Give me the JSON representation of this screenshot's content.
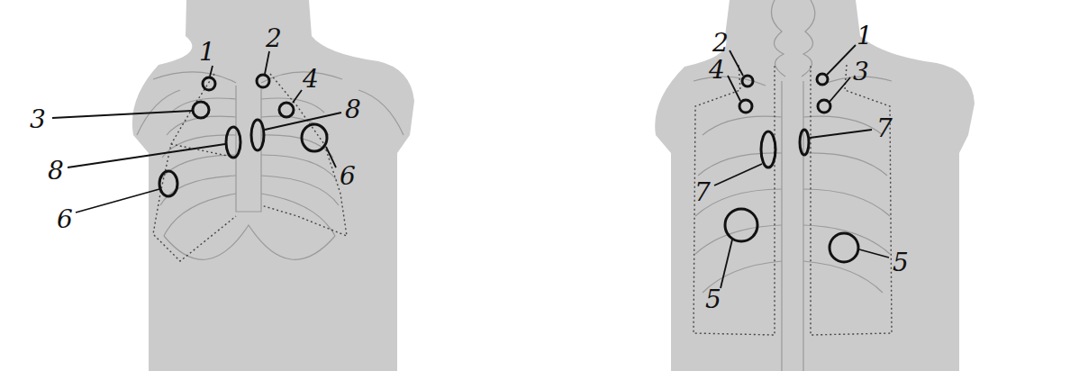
{
  "diagram": {
    "labels": [
      "1",
      "2",
      "3",
      "4",
      "8",
      "6",
      "8",
      "6",
      "2",
      "1",
      "4",
      "3",
      "7",
      "7",
      "5",
      "5"
    ]
  }
}
